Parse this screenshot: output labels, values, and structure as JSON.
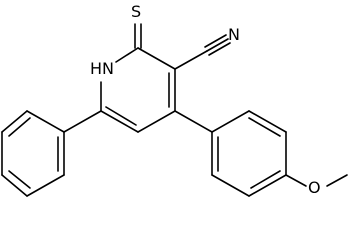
{
  "labels": {
    "sulfur": "S",
    "nitrogen_h": "HN",
    "nitrile_n": "N",
    "oxygen": "O"
  },
  "colors": {
    "background": "#ffffff",
    "ink": "#000000"
  }
}
